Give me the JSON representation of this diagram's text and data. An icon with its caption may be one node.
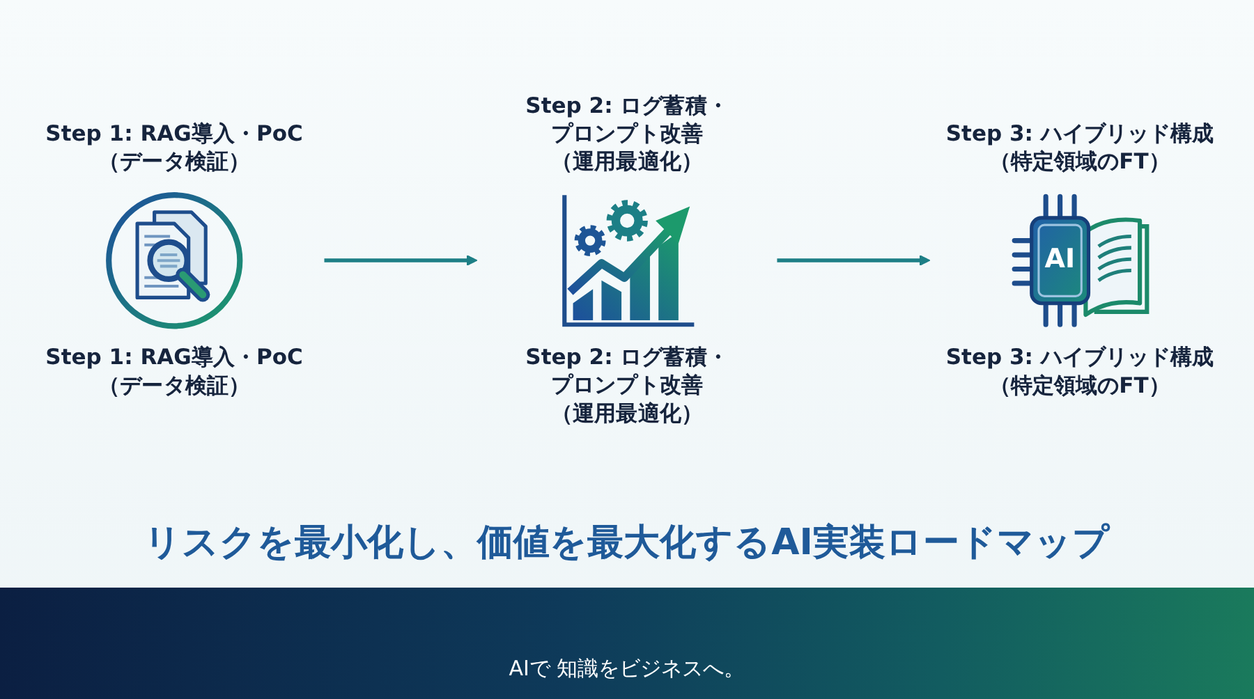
{
  "diagram": {
    "caption": "リスクを最小化し、価値を最大化するAI実装ロードマップ",
    "nodes": [
      {
        "text": [
          "Step 1: RAG導入・PoC（データ検証）",
          "Step 1: RAG導入・PoC（データ検証）"
        ]
      },
      {
        "text": [
          "Step 2: ログ蓄積・プロンプト改善（運用最適化）",
          "Step 2: ログ蓄積・プロンプト改善（運用最適化）"
        ]
      },
      {
        "text": [
          "Step 3: ハイブリッド構成（特定領域のFT）",
          "Step 3: ハイブリッド構成（特定領域のFT）"
        ]
      }
    ],
    "edges": [
      {
        "from": 0,
        "to": 1,
        "arrow": "to"
      },
      {
        "from": 1,
        "to": 2,
        "arrow": "to"
      }
    ],
    "labels": [
      "AI",
      "AIで 知識をビジネスへ。"
    ]
  }
}
